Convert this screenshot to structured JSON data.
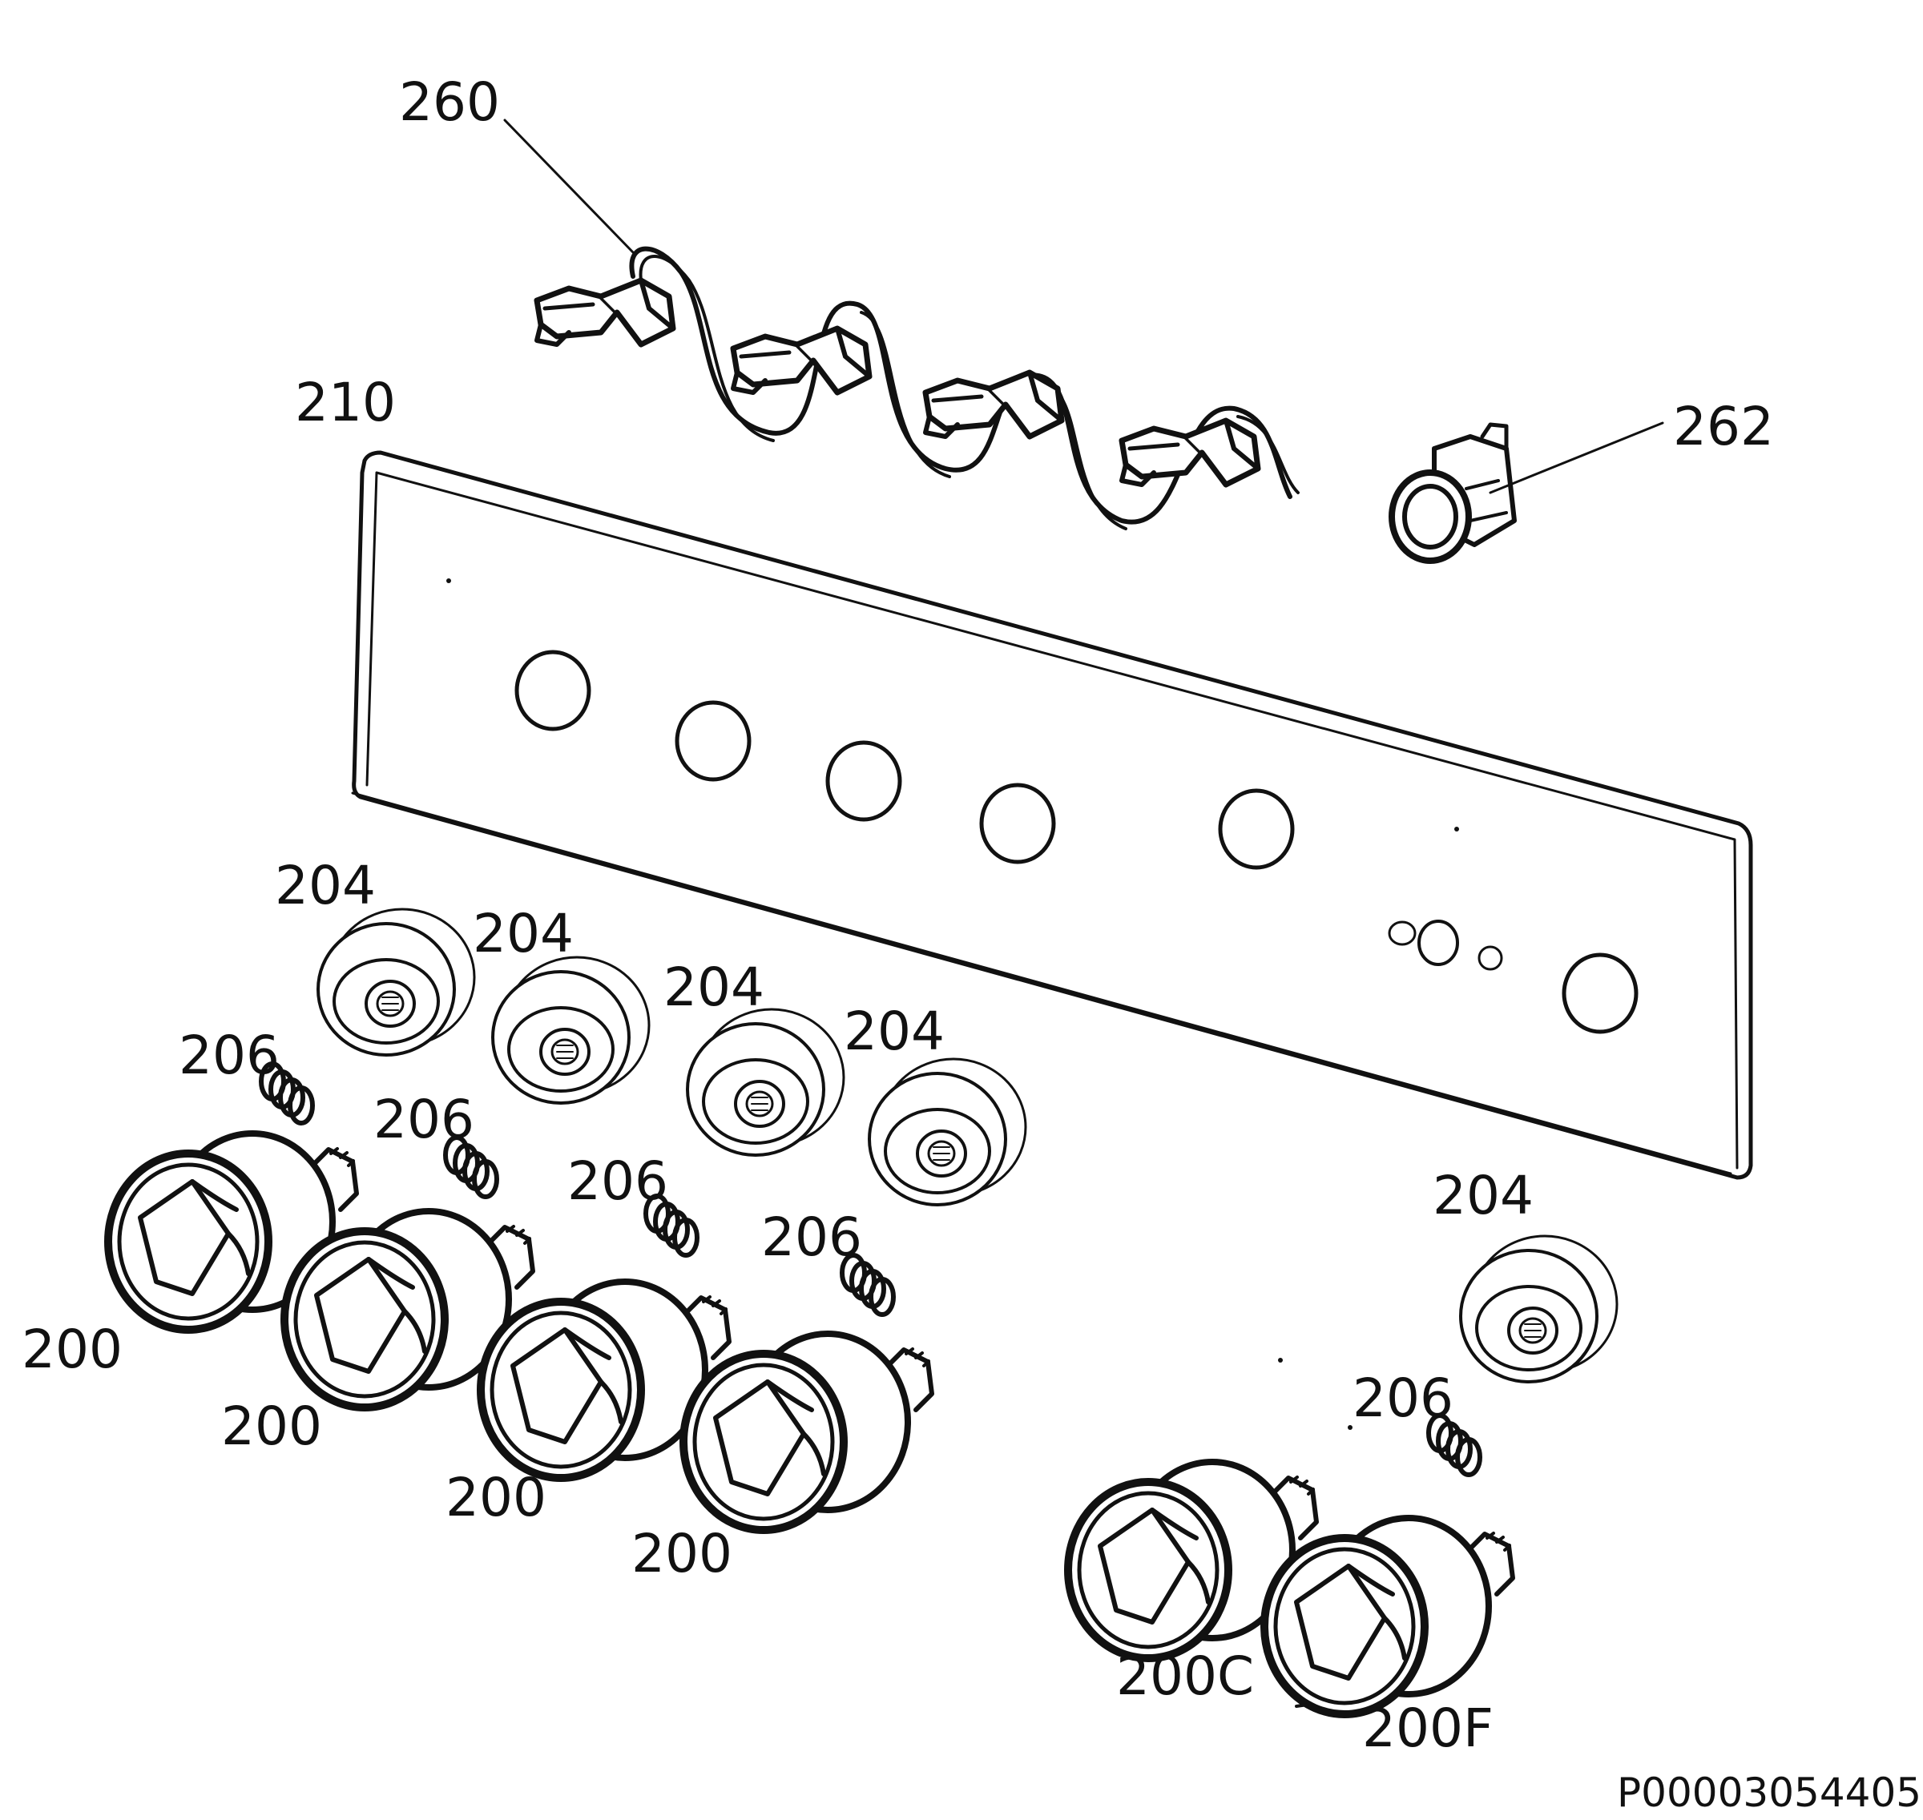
{
  "diagram": {
    "part_labels": {
      "l260": "260",
      "l262": "262",
      "l210": "210",
      "l204_a": "204",
      "l204_b": "204",
      "l204_c": "204",
      "l204_d": "204",
      "l204_e": "204",
      "l206_a": "206",
      "l206_b": "206",
      "l206_c": "206",
      "l206_d": "206",
      "l206_e": "206",
      "l200_a": "200",
      "l200_b": "200",
      "l200_c": "200",
      "l200_d": "200",
      "l200c": "200C",
      "l200f": "200F"
    },
    "reference_code": "P00003054405"
  }
}
